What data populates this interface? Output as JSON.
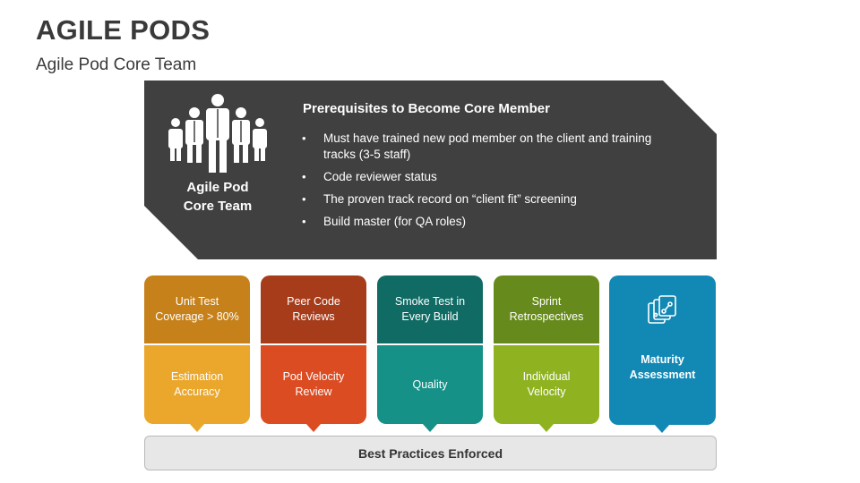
{
  "header": {
    "title": "AGILE PODS",
    "subtitle": "Agile Pod Core Team"
  },
  "banner": {
    "color": "#404040",
    "team_label": "Agile Pod\nCore Team",
    "icon": "team-people-icon",
    "heading": "Prerequisites to Become Core Member",
    "items": [
      "Must have trained new pod member on the client and training tracks (3-5 staff)",
      "Code reviewer status",
      "The proven track record on “client fit” screening",
      "Build master (for QA roles)"
    ]
  },
  "cards": [
    {
      "top": "Unit Test\nCoverage > 80%",
      "bottom": "Estimation\nAccuracy",
      "top_color": "#c6811a",
      "bottom_color": "#eaa72b"
    },
    {
      "top": "Peer Code\nReviews",
      "bottom": "Pod Velocity\nReview",
      "top_color": "#a63c1a",
      "bottom_color": "#db4c23"
    },
    {
      "top": "Smoke Test in\nEvery Build",
      "bottom": "Quality",
      "top_color": "#0f6b64",
      "bottom_color": "#159187"
    },
    {
      "top": "Sprint\nRetrospectives",
      "bottom": "Individual\nVelocity",
      "top_color": "#668a1b",
      "bottom_color": "#8fb320"
    }
  ],
  "maturity": {
    "label": "Maturity\nAssessment",
    "icon": "layered-cards-icon",
    "color": "#1288b5"
  },
  "footer": {
    "label": "Best Practices Enforced"
  }
}
